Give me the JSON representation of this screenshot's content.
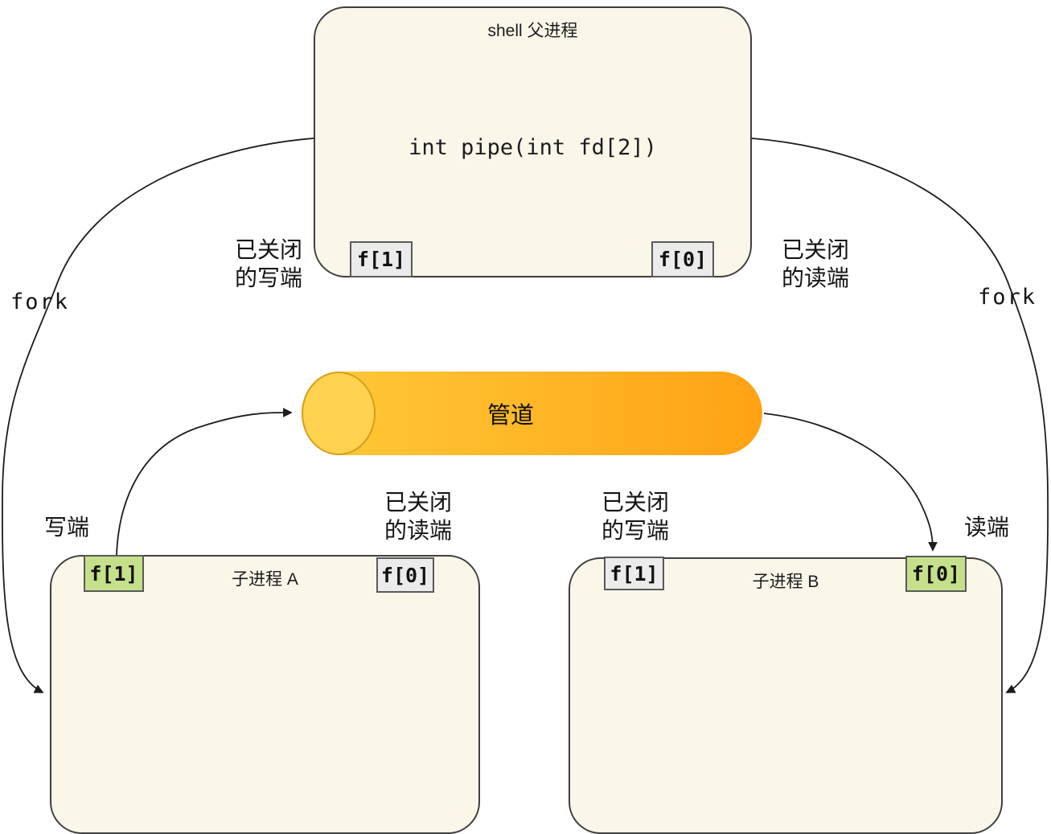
{
  "diagram": {
    "parent": {
      "title": "shell 父进程",
      "code": "int pipe(int fd[2])",
      "fd1": "f[1]",
      "fd0": "f[0]"
    },
    "pipe": {
      "label": "管道"
    },
    "child_a": {
      "title": "子进程 A",
      "fd1": "f[1]",
      "fd0": "f[0]"
    },
    "child_b": {
      "title": "子进程 B",
      "fd1": "f[1]",
      "fd0": "f[0]"
    },
    "labels": {
      "fork_left": "fork",
      "fork_right": "fork",
      "closed_write_top_l1": "已关闭",
      "closed_write_top_l2": "的写端",
      "closed_read_top_l1": "已关闭",
      "closed_read_top_l2": "的读端",
      "write_end": "写端",
      "closed_read_mid_l1": "已关闭",
      "closed_read_mid_l2": "的读端",
      "closed_write_mid_l1": "已关闭",
      "closed_write_mid_l2": "的写端",
      "read_end": "读端"
    },
    "colors": {
      "box_fill": "#faf7e9",
      "box_border": "#3f3f3f",
      "fd_gray_fill": "#ebebeb",
      "fd_green_fill": "#c5e08b",
      "fd_border": "#595959",
      "pipe_gradient_start": "#ffc937",
      "pipe_gradient_end": "#ffa214",
      "pipe_cap_fill": "#ffd24f",
      "wire": "#1c1c1c"
    }
  }
}
